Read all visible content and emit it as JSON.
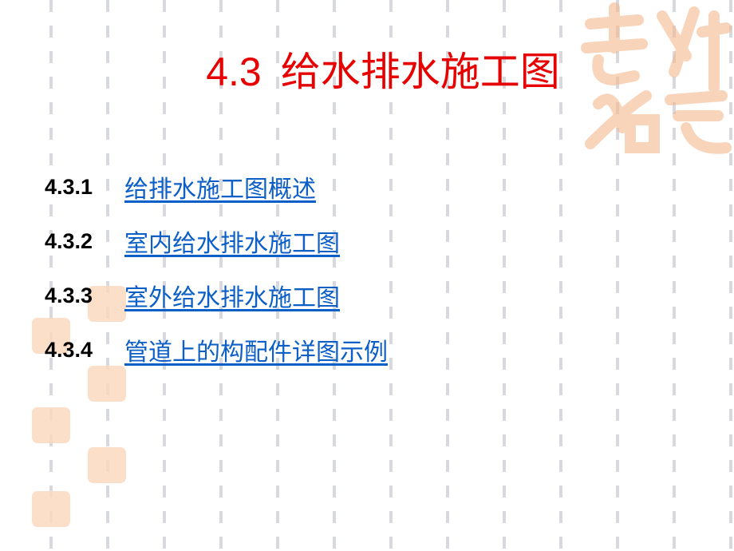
{
  "slide": {
    "title_number": "4.3",
    "title_text": "给水排水施工图",
    "items": [
      {
        "number": "4.3.1",
        "label": "给排水施工图概述"
      },
      {
        "number": "4.3.2",
        "label": "室内给水排水施工图"
      },
      {
        "number": "4.3.3",
        "label": "室外给水排水施工图"
      },
      {
        "number": "4.3.4",
        "label": "管道上的构配件详图示例"
      }
    ],
    "decoration": {
      "watermark": "吉祥如意",
      "accent": "#e60000",
      "link_color": "#0b5fc6",
      "stamp_color": "#fbd9c0"
    }
  }
}
